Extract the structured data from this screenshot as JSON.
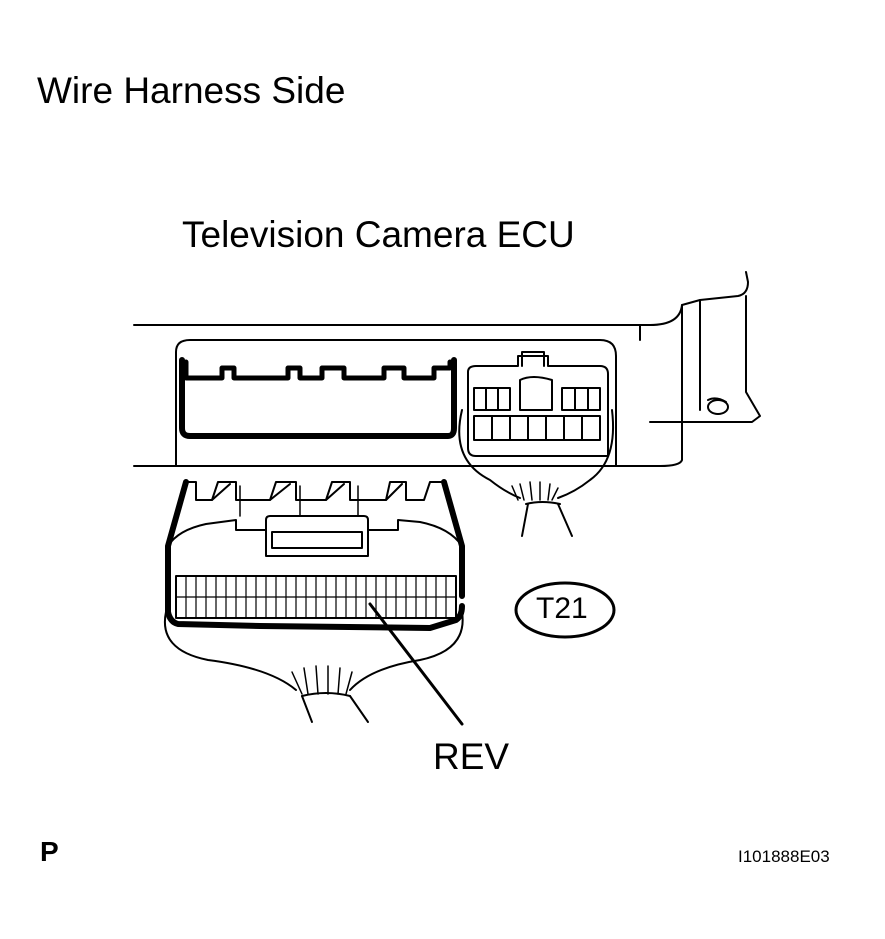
{
  "title": "Wire Harness Side",
  "ecu_label": "Television Camera ECU",
  "connector_code": "T21",
  "pointer_label": "REV",
  "corner_mark": "P",
  "figure_id": "I101888E03",
  "colors": {
    "line": "#000000",
    "background": "#ffffff"
  }
}
